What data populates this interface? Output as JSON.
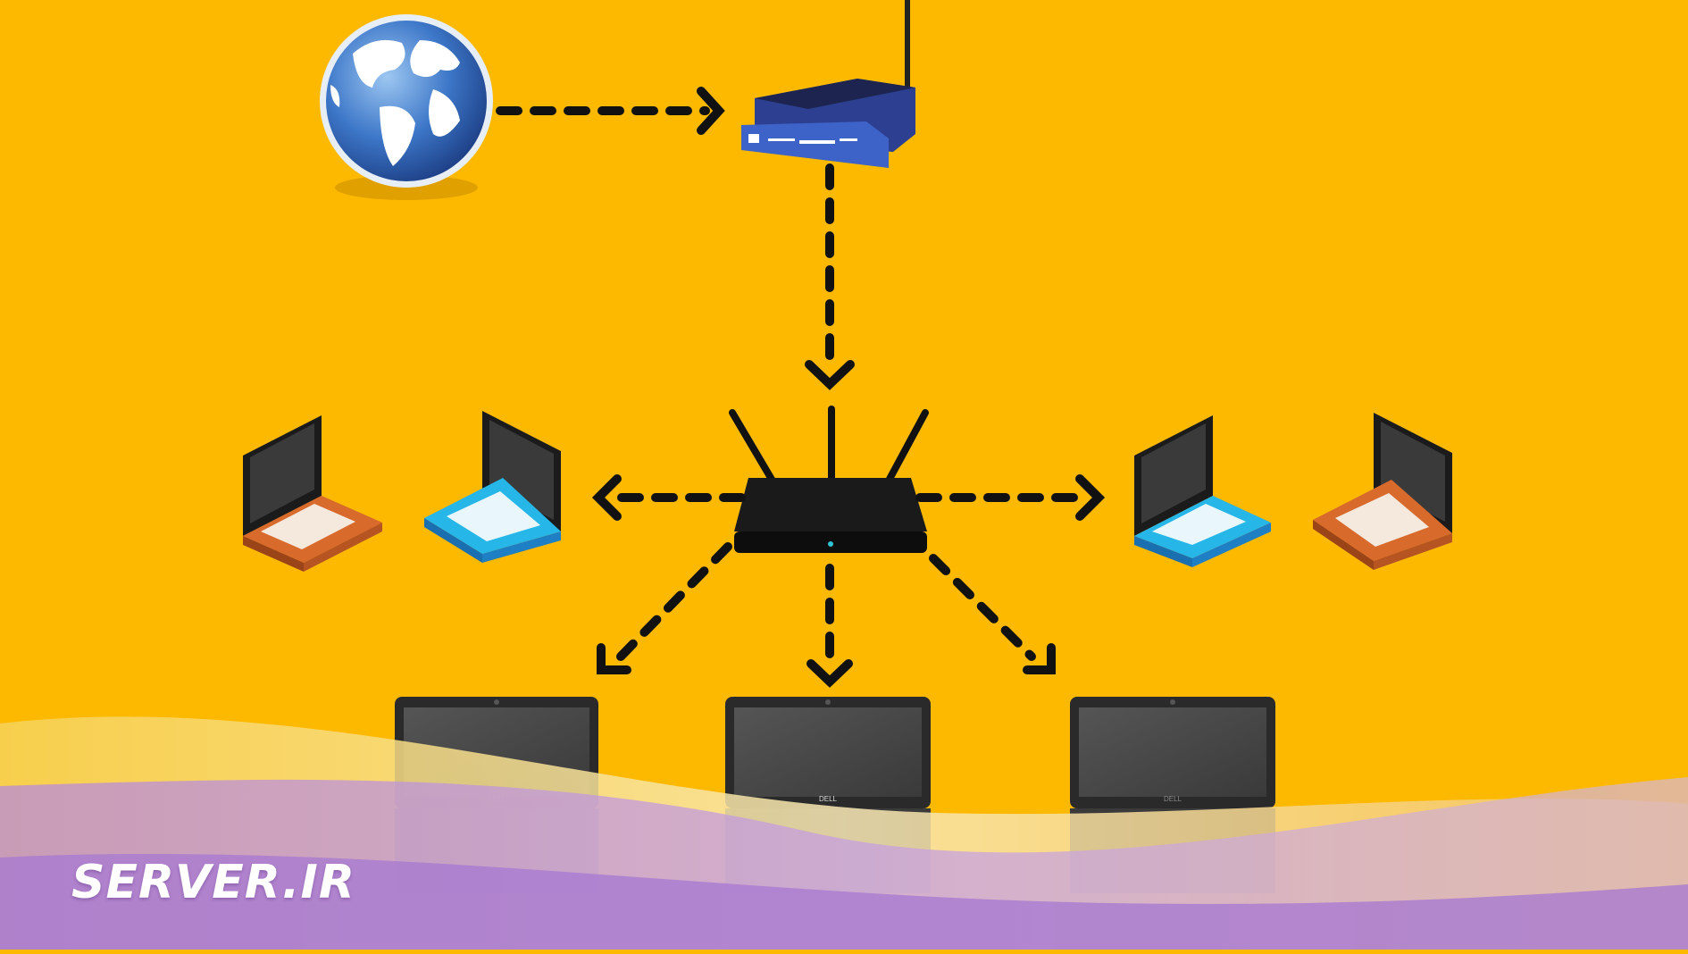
{
  "brand": {
    "text": "SERVER.IR"
  },
  "laptop_brand": "DELL",
  "colors": {
    "background": "#FDB900",
    "arrow": "#111111",
    "wave_purple": "#A97BD1",
    "laptop_orange": "#D86A2C",
    "laptop_cyan": "#27B6E8",
    "router_blue": "#3E63C8"
  },
  "diagram": {
    "nodes": [
      {
        "id": "internet",
        "icon": "globe-icon"
      },
      {
        "id": "modem",
        "icon": "blue-router-icon"
      },
      {
        "id": "router",
        "icon": "wireless-router-icon"
      },
      {
        "id": "laptop-left-outer",
        "icon": "isometric-laptop-icon"
      },
      {
        "id": "laptop-left-inner",
        "icon": "isometric-laptop-icon"
      },
      {
        "id": "laptop-right-inner",
        "icon": "isometric-laptop-icon"
      },
      {
        "id": "laptop-right-outer",
        "icon": "isometric-laptop-icon"
      },
      {
        "id": "laptop-bottom-left",
        "icon": "laptop-icon"
      },
      {
        "id": "laptop-bottom-center",
        "icon": "laptop-icon"
      },
      {
        "id": "laptop-bottom-right",
        "icon": "laptop-icon"
      }
    ],
    "edges": [
      {
        "from": "internet",
        "to": "modem"
      },
      {
        "from": "modem",
        "to": "router"
      },
      {
        "from": "router",
        "to": "laptop-left-inner"
      },
      {
        "from": "router",
        "to": "laptop-right-inner"
      },
      {
        "from": "router",
        "to": "laptop-bottom-left"
      },
      {
        "from": "router",
        "to": "laptop-bottom-center"
      },
      {
        "from": "router",
        "to": "laptop-bottom-right"
      }
    ]
  }
}
